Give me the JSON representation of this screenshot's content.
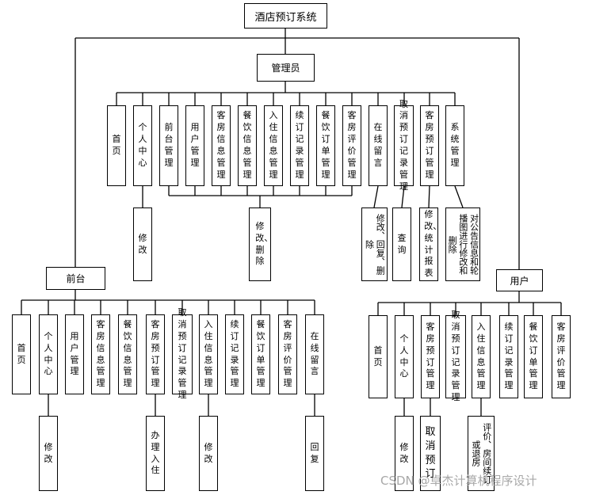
{
  "root": {
    "label": "酒店预订系统"
  },
  "admin": {
    "label": "管理员",
    "modules": [
      "首页",
      "个人中心",
      "前台管理",
      "用户管理",
      "客房信息管理",
      "餐饮信息管理",
      "入住信息管理",
      "续订记录管理",
      "餐饮订单管理",
      "客房评价管理",
      "在线留言",
      "取消预订记录管理",
      "客房预订管理",
      "系统管理"
    ],
    "actions": {
      "personal": "修改",
      "group": "修改、删除",
      "message": "修改、回复、删除",
      "cancel": "查询",
      "booking": "修改、统计报表",
      "system": "对公告信息和轮播图进行修改和删除"
    }
  },
  "frontdesk": {
    "label": "前台",
    "modules": [
      "首页",
      "个人中心",
      "用户管理",
      "客房信息管理",
      "餐饮信息管理",
      "客房预订管理",
      "取消预订记录管理",
      "入住信息管理",
      "续订记录管理",
      "餐饮订单管理",
      "客房评价管理",
      "在线留言"
    ],
    "actions": {
      "personal": "修改",
      "booking": "办理入住",
      "checkin": "修改",
      "message": "回复"
    }
  },
  "user": {
    "label": "用户",
    "modules": [
      "首页",
      "个人中心",
      "客房预订管理",
      "取消预订记录管理",
      "入住信息管理",
      "续订记录管理",
      "餐饮订单管理",
      "客房评价管理"
    ],
    "actions": {
      "personal": "修改",
      "booking": "取消预订",
      "checkin": "评价、房间续订或退房"
    }
  },
  "watermark": "CSDN @卓杰计算机程序设计"
}
